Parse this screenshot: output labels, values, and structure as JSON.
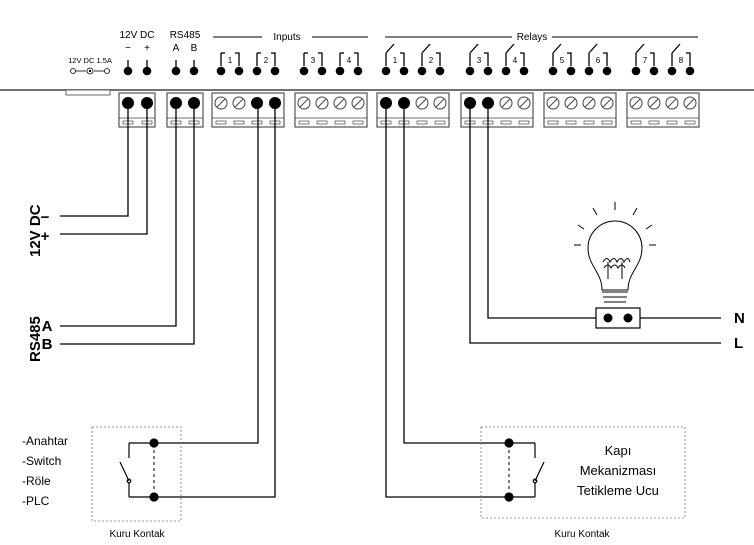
{
  "header": {
    "power_title": "12V DC",
    "power_minus": "−",
    "power_plus": "+",
    "rs485_title": "RS485",
    "rs485_a": "A",
    "rs485_b": "B",
    "inputs_title": "Inputs",
    "relays_title": "Relays",
    "jack_label": "12V DC 1.5A"
  },
  "inputs": [
    "1",
    "2",
    "3",
    "4"
  ],
  "relays": [
    "1",
    "2",
    "3",
    "4",
    "5",
    "6",
    "7",
    "8"
  ],
  "left_labels": {
    "power": "12V DC",
    "minus": "−",
    "plus": "+",
    "rs485": "RS485",
    "a": "A",
    "b": "B"
  },
  "right_labels": {
    "n": "N",
    "l": "L"
  },
  "dry_contact_left": {
    "items": [
      "-Anahtar",
      "-Switch",
      "-Röle",
      "-PLC"
    ],
    "caption": "Kuru Kontak"
  },
  "dry_contact_right": {
    "lines": [
      "Kapı",
      "Mekanizması",
      "Tetikleme Ucu"
    ],
    "caption": "Kuru Kontak"
  },
  "colors": {
    "line": "#000000",
    "board_edge": "#444444",
    "terminal_fill": "#ffffff",
    "dash": "#777777"
  }
}
